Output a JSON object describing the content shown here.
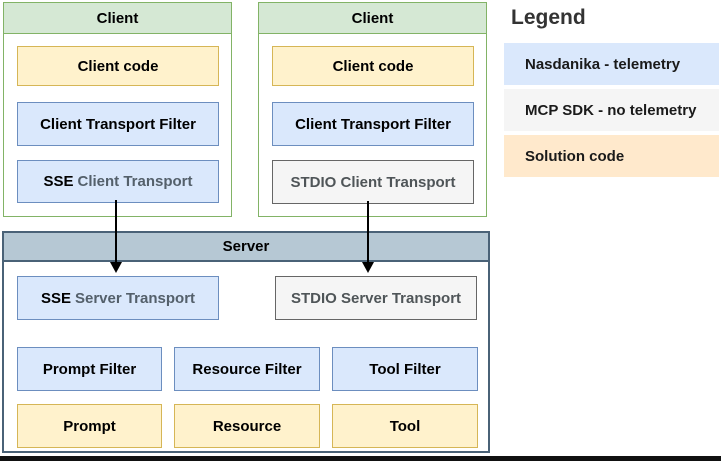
{
  "diagram": {
    "clients": [
      {
        "title": "Client",
        "code_box": "Client code",
        "filter_box": "Client Transport Filter",
        "transport_box": {
          "prefix": "SSE",
          "rest": "Client Transport"
        }
      },
      {
        "title": "Client",
        "code_box": "Client code",
        "filter_box": "Client Transport Filter",
        "transport_box": {
          "label": "STDIO Client Transport"
        }
      }
    ],
    "server": {
      "title": "Server",
      "sse_transport": {
        "prefix": "SSE",
        "rest": "Server Transport"
      },
      "stdio_transport": "STDIO Server Transport",
      "filters": [
        "Prompt Filter",
        "Resource Filter",
        "Tool Filter"
      ],
      "components": [
        "Prompt",
        "Resource",
        "Tool"
      ]
    },
    "legend": {
      "title": "Legend",
      "items": [
        {
          "label": "Nasdanika - telemetry",
          "color": "#dae8fc"
        },
        {
          "label": "MCP SDK - no telemetry",
          "color": "#f5f5f5"
        },
        {
          "label": "Solution code",
          "color": "#ffe9cc"
        }
      ]
    },
    "colors": {
      "nasdanika_fill": "#dae8fc",
      "nasdanika_stroke": "#6c8ebf",
      "mcp_sdk_fill": "#f5f5f5",
      "mcp_sdk_stroke": "#666666",
      "solution_fill": "#fff2cc",
      "solution_stroke": "#d6b656",
      "client_header_fill": "#d5e8d4",
      "client_stroke": "#82b366",
      "server_header_fill": "#b6c8d4",
      "server_stroke": "#4a6277",
      "arrow": "#000000"
    }
  }
}
